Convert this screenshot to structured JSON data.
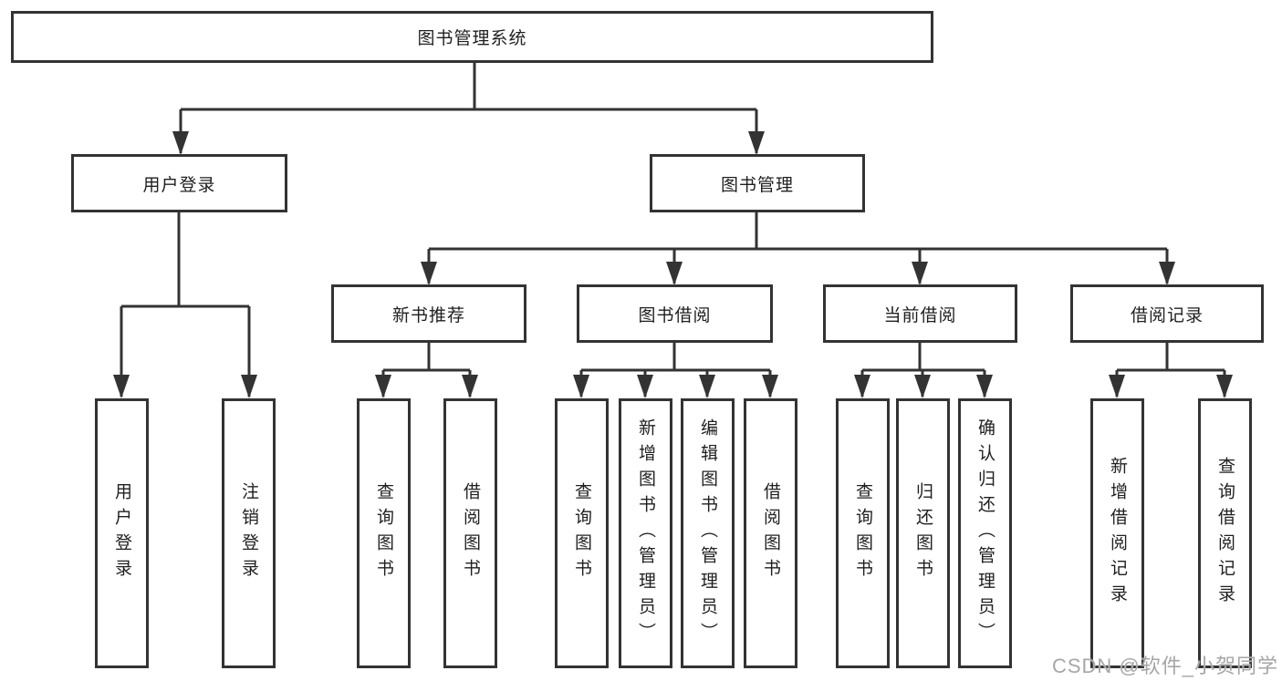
{
  "colors": {
    "line": "#333333",
    "text": "#1f1f1f",
    "box_bg": "#ffffff",
    "background": "#ffffff",
    "watermark": "#a6a6a6"
  },
  "watermark": {
    "text": "CSDN @软件_小贺同学"
  },
  "diagram": {
    "root": {
      "label": "图书管理系统"
    },
    "user_login": {
      "label": "用户登录",
      "children": [
        {
          "label": "用户登录"
        },
        {
          "label": "注销登录"
        }
      ]
    },
    "book_management": {
      "label": "图书管理",
      "sections": [
        {
          "label": "新书推荐",
          "children": [
            {
              "label": "查询图书"
            },
            {
              "label": "借阅图书"
            }
          ]
        },
        {
          "label": "图书借阅",
          "children": [
            {
              "label": "查询图书"
            },
            {
              "label": "新增图书（管理员）"
            },
            {
              "label": "编辑图书（管理员）"
            },
            {
              "label": "借阅图书"
            }
          ]
        },
        {
          "label": "当前借阅",
          "children": [
            {
              "label": "查询图书"
            },
            {
              "label": "归还图书"
            },
            {
              "label": "确认归还（管理员）"
            }
          ]
        },
        {
          "label": "借阅记录",
          "children": [
            {
              "label": "新增借阅记录"
            },
            {
              "label": "查询借阅记录"
            }
          ]
        }
      ]
    }
  }
}
